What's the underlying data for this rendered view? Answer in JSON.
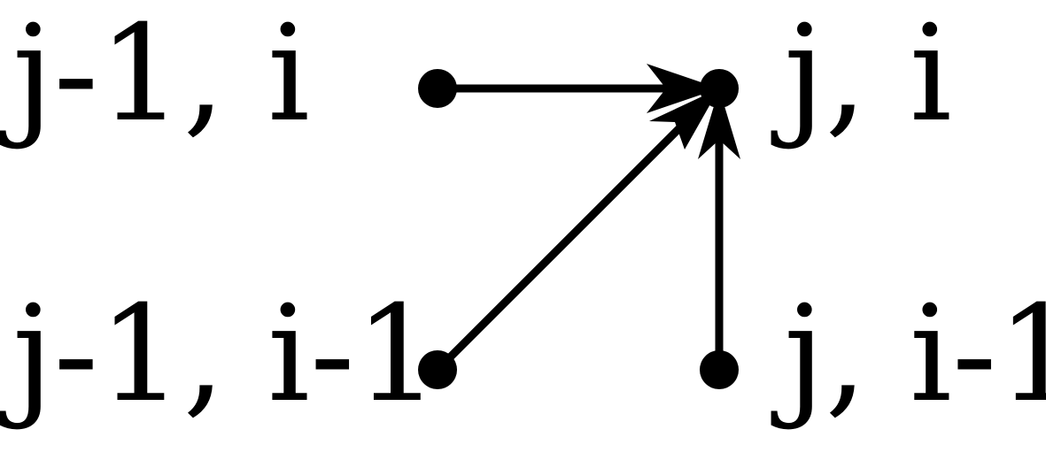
{
  "diagram": {
    "nodes": {
      "top_left": {
        "label": "j-1, i"
      },
      "top_right": {
        "label": "j, i"
      },
      "bottom_left": {
        "label": "j-1, i-1"
      },
      "bottom_right": {
        "label": "j, i-1"
      }
    },
    "edges": [
      {
        "from": "top_left",
        "to": "top_right"
      },
      {
        "from": "bottom_left",
        "to": "top_right"
      },
      {
        "from": "bottom_right",
        "to": "top_right"
      }
    ],
    "colors": {
      "ink": "#000000",
      "background": "#ffffff"
    }
  }
}
